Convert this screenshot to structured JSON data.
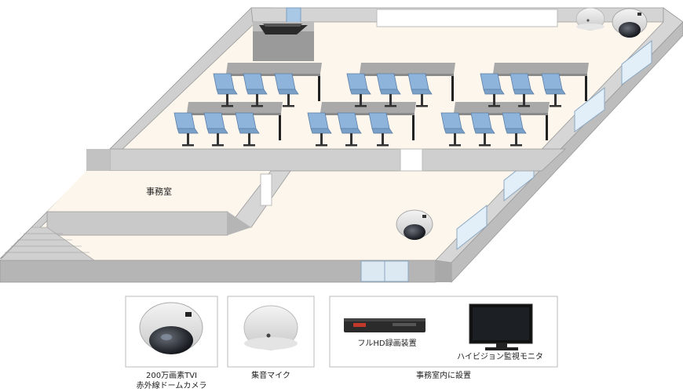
{
  "floorplan": {
    "office_room_label": "事務室"
  },
  "equipment": {
    "camera_caption_line1": "200万画素TVI",
    "camera_caption_line2": "赤外線ドームカメラ",
    "microphone_caption": "集音マイク",
    "office_group_caption": "事務室内に設置",
    "recorder_caption": "フルHD録画装置",
    "monitor_caption": "ハイビジョン監視モニタ"
  }
}
